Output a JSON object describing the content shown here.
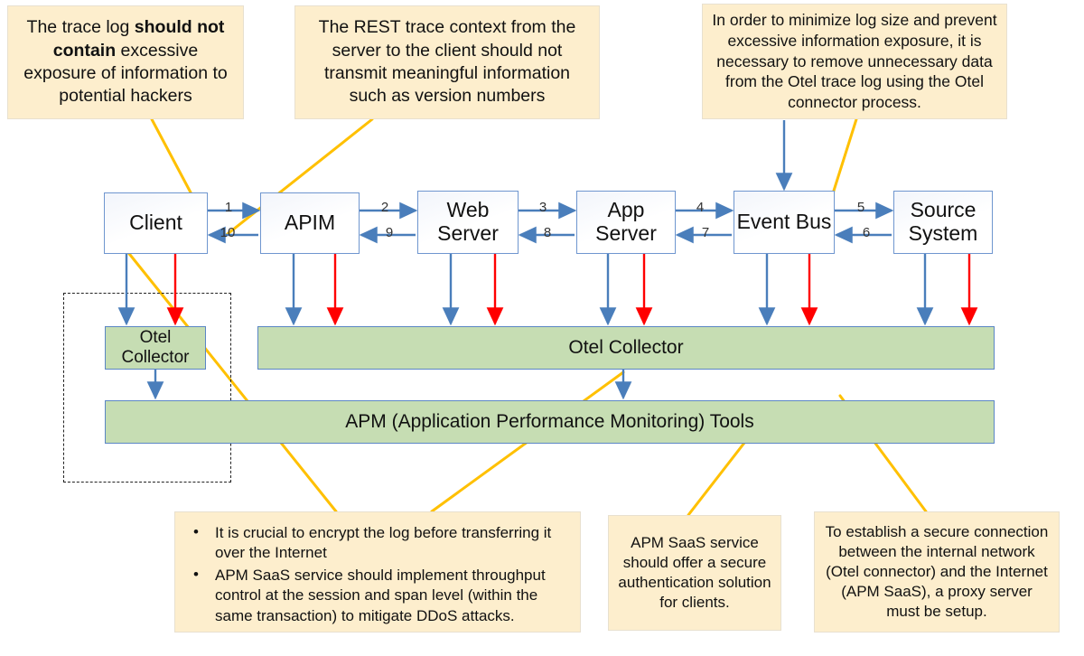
{
  "diagram": {
    "title": "Otel trace log collection architecture with security annotations",
    "colors": {
      "callout_fill": "#fdeecd",
      "leader_line": "#ffc000",
      "bar_fill": "#c6ddb3",
      "node_border": "#6f96cf",
      "flow_blue": "#4a7ebb",
      "flow_red": "#ff0000",
      "boundary_dash": "#222222"
    },
    "nodes": [
      {
        "id": "client",
        "label": "Client"
      },
      {
        "id": "apim",
        "label": "APIM"
      },
      {
        "id": "web-server",
        "label": "Web\nServer"
      },
      {
        "id": "app-server",
        "label": "App\nServer"
      },
      {
        "id": "event-bus",
        "label": "Event Bus"
      },
      {
        "id": "source-system",
        "label": "Source\nSystem"
      }
    ],
    "node_labels": {
      "client": "Client",
      "apim": "APIM",
      "web_server_line1": "Web",
      "web_server_line2": "Server",
      "app_server_line1": "App",
      "app_server_line2": "Server",
      "event_bus": "Event Bus",
      "source_system_line1": "Source",
      "source_system_line2": "System"
    },
    "flow_labels": {
      "client_to_apim": "1",
      "apim_to_web": "2",
      "web_to_app": "3",
      "app_to_event": "4",
      "event_to_source": "5",
      "source_to_event": "6",
      "event_to_app": "7",
      "app_to_web": "8",
      "web_to_apim": "9",
      "apim_to_client": "10"
    },
    "collectors": {
      "local_line1": "Otel",
      "local_line2": "Collector",
      "main": "Otel Collector"
    },
    "apm_bar": "APM (Application Performance Monitoring) Tools",
    "callouts": {
      "trace_log_exposure": {
        "pre": "The trace log ",
        "bold": "should not contain",
        "post": " excessive exposure of information to potential hackers"
      },
      "rest_trace_context": "The REST trace context from the server to the client should not transmit meaningful information such as version numbers",
      "minimize_log_size": "In order to minimize log size and prevent excessive information exposure, it is necessary to remove unnecessary data from the Otel trace log using the Otel connector process.",
      "encryption_throughput": {
        "bullets": [
          "It is crucial to encrypt the log before transferring it over the Internet",
          "APM SaaS service should implement throughput control at the session and span level (within the same transaction) to mitigate DDoS attacks."
        ]
      },
      "apm_authentication": "APM SaaS service should offer a secure authentication solution for clients.",
      "proxy_server": "To establish a secure connection between the internal network (Otel connector) and the Internet (APM SaaS), a proxy server must be setup."
    }
  }
}
